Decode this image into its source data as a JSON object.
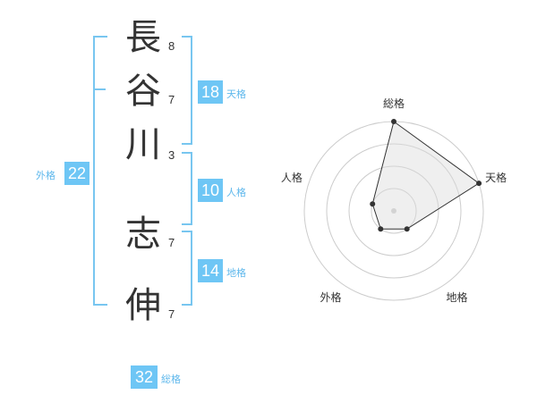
{
  "name": {
    "chars": [
      {
        "char": "長",
        "strokes": "8"
      },
      {
        "char": "谷",
        "strokes": "7"
      },
      {
        "char": "川",
        "strokes": "3"
      },
      {
        "char": "志",
        "strokes": "7"
      },
      {
        "char": "伸",
        "strokes": "7"
      }
    ]
  },
  "fortune": {
    "tenkaku": {
      "value": "18",
      "label": "天格"
    },
    "jinkaku": {
      "value": "10",
      "label": "人格"
    },
    "chikaku": {
      "value": "14",
      "label": "地格"
    },
    "gaikaku": {
      "value": "22",
      "label": "外格"
    },
    "soukaku": {
      "value": "32",
      "label": "総格"
    }
  },
  "colors": {
    "accent": "#6ec6f5",
    "bracket": "#78c6f0",
    "grid": "#cccccc",
    "fill": "#eeeeee"
  },
  "chart_data": {
    "type": "radar",
    "axes": [
      "総格",
      "天格",
      "地格",
      "外格",
      "人格"
    ],
    "values": [
      4,
      4,
      1,
      1,
      1
    ],
    "max": 4
  }
}
